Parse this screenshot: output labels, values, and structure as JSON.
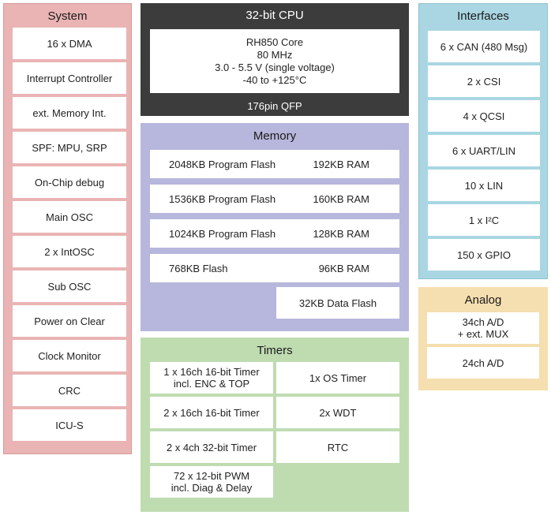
{
  "system": {
    "title": "System",
    "items": [
      "16 x DMA",
      "Interrupt Controller",
      "ext. Memory Int.",
      "SPF: MPU, SRP",
      "On-Chip debug",
      "Main OSC",
      "2 x IntOSC",
      "Sub OSC",
      "Power on Clear",
      "Clock Monitor",
      "CRC",
      "ICU-S"
    ]
  },
  "cpu": {
    "title": "32-bit CPU",
    "lines": [
      "RH850 Core",
      "80 MHz",
      "3.0 - 5.5 V (single voltage)",
      "-40 to +125°C"
    ],
    "package": "176pin QFP"
  },
  "memory": {
    "title": "Memory",
    "rows": [
      {
        "flash": "2048KB Program Flash",
        "ram": "192KB RAM"
      },
      {
        "flash": "1536KB Program Flash",
        "ram": "160KB RAM"
      },
      {
        "flash": "1024KB Program Flash",
        "ram": "128KB RAM"
      },
      {
        "flash": "768KB Flash",
        "ram": "96KB RAM"
      }
    ],
    "data_flash": "32KB Data Flash"
  },
  "timers": {
    "title": "Timers",
    "left": [
      [
        "1 x 16ch 16-bit Timer",
        "incl. ENC & TOP"
      ],
      [
        "2 x 16ch 16-bit Timer"
      ],
      [
        "2 x 4ch 32-bit Timer"
      ],
      [
        "72 x 12-bit PWM",
        "incl. Diag & Delay"
      ]
    ],
    "right": [
      "1x OS Timer",
      "2x WDT",
      "RTC"
    ]
  },
  "interfaces": {
    "title": "Interfaces",
    "items": [
      "6 x CAN (480 Msg)",
      "2 x CSI",
      "4 x QCSI",
      "6 x UART/LIN",
      "10 x LIN",
      "1 x I²C",
      "150 x GPIO"
    ]
  },
  "analog": {
    "title": "Analog",
    "items": [
      [
        "34ch A/D",
        "+ ext. MUX"
      ],
      [
        "24ch A/D"
      ]
    ]
  }
}
